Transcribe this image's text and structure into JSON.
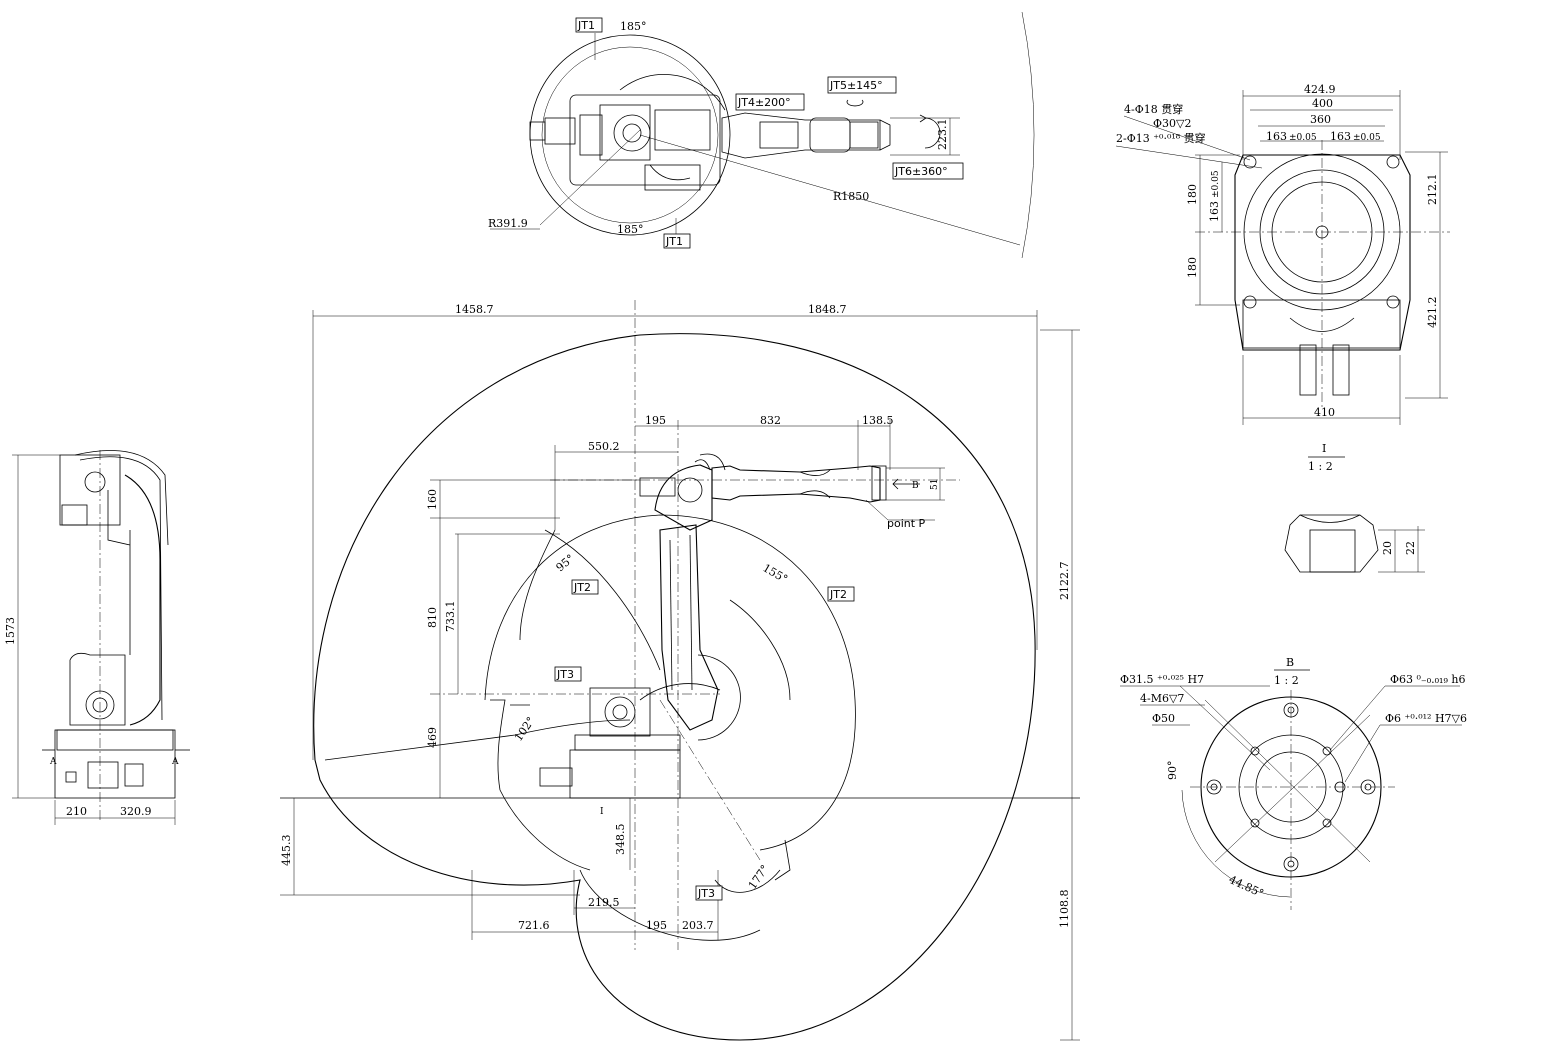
{
  "top_view": {
    "jt1_label_top": "JT1",
    "jt1_label_bottom": "JT1",
    "jt1_angle_top": "185°",
    "jt1_angle_bottom": "185°",
    "jt4": "JT4±200°",
    "jt5": "JT5±145°",
    "jt6": "JT6±360°",
    "dim_223_1": "223.1",
    "r_base": "R391.9",
    "r_reach": "R1850"
  },
  "side_view": {
    "height_1573": "1573",
    "dim_210": "210",
    "dim_320_9": "320.9",
    "section_a_left": "A",
    "section_a_right": "A"
  },
  "main_view": {
    "dim_1458_7": "1458.7",
    "dim_1848_7": "1848.7",
    "dim_195_top": "195",
    "dim_832": "832",
    "dim_138_5": "138.5",
    "dim_550_2": "550.2",
    "dim_160": "160",
    "dim_810": "810",
    "dim_733_1": "733.1",
    "dim_469": "469",
    "dim_2122_7": "2122.7",
    "dim_445_3": "445.3",
    "dim_348_5": "348.5",
    "dim_219_5": "219.5",
    "dim_721_6": "721.6",
    "dim_195_bottom": "195",
    "dim_203_7": "203.7",
    "dim_1108_8": "1108.8",
    "dim_51": "51",
    "view_b": "B",
    "point_p": "point P",
    "jt2_a": "JT2",
    "jt2_b": "JT2",
    "jt3_a": "JT3",
    "jt3_b": "JT3",
    "angle_95": "95°",
    "angle_155": "155°",
    "angle_102": "102°",
    "angle_177": "177°",
    "mark_i": "I"
  },
  "base_view": {
    "dim_424_9": "424.9",
    "dim_400": "400",
    "dim_360": "360",
    "dim_163_a": "163",
    "dim_163_b": "163",
    "dim_163_v": "163",
    "tol_163_a": "±0.05",
    "tol_163_b": "±0.05",
    "tol_163_v": "±0.05",
    "hole_note_1": "4-Φ18 贯穿",
    "hole_note_2": "Φ30▽2",
    "hole_note_3": "2-Φ13 ⁺⁰·⁰¹⁸ 贯穿",
    "dim_180_top": "180",
    "dim_180_bottom": "180",
    "dim_212_1": "212.1",
    "dim_421_2": "421.2",
    "dim_410": "410"
  },
  "detail_i": {
    "label": "I",
    "scale": "1 : 2",
    "dim_20": "20",
    "dim_22": "22"
  },
  "view_b": {
    "label": "B",
    "scale": "1 : 2",
    "note_31_5": "Φ31.5 ⁺⁰·⁰²⁵ H7",
    "note_m6": "4-M6▽7",
    "note_50": "Φ50",
    "note_63": "Φ63 ⁰₋₀.₀₁₉ h6",
    "note_6": "Φ6 ⁺⁰·⁰¹² H7▽6",
    "angle_90": "90°",
    "angle_44_85": "44.85°"
  }
}
